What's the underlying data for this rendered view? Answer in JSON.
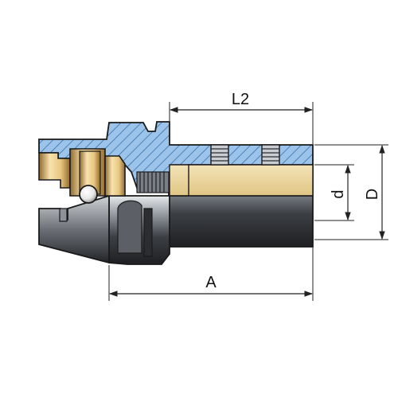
{
  "drawing": {
    "labels": {
      "L2": "L2",
      "A": "A",
      "d": "d",
      "D": "D"
    },
    "colors": {
      "hatch_fill": "#9cc4ea",
      "hatch_line": "#3a6fa8",
      "outline": "#1a1a1a",
      "brass_light": "#fbe7b8",
      "brass_dark": "#b0894a",
      "steel_light": "#e8eaec",
      "steel_dark": "#1e1f22",
      "dimension_line": "#222222"
    }
  }
}
